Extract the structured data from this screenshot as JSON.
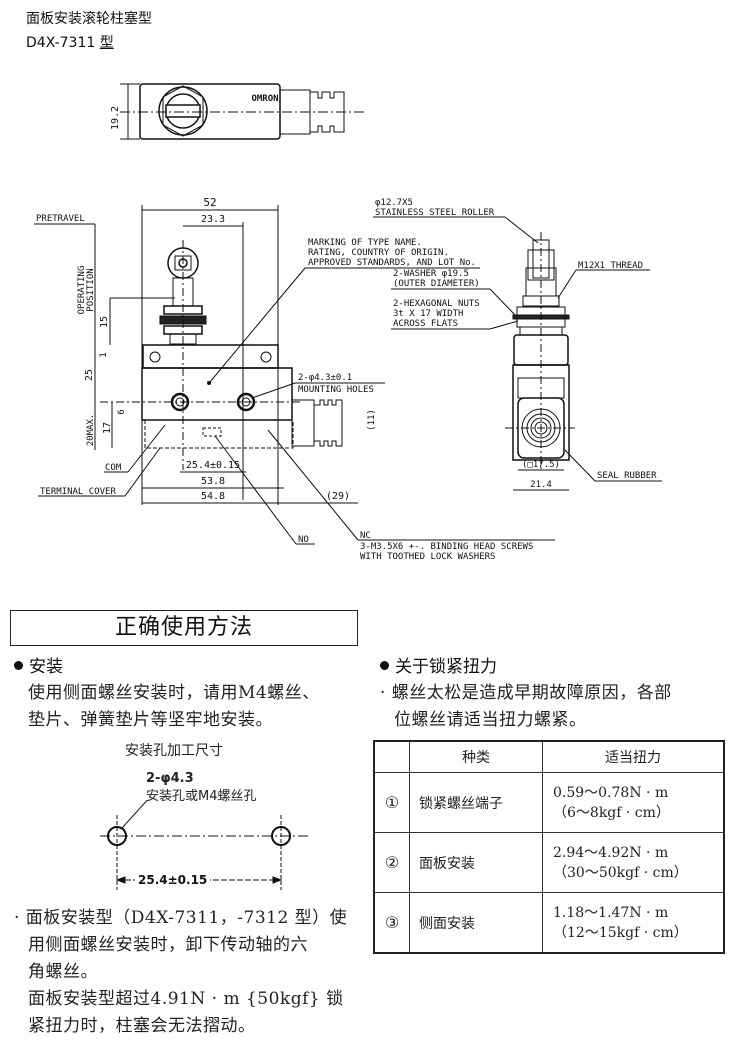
{
  "header": {
    "title": "面板安装滚轮柱塞型",
    "model_prefix": "D4X-7311 ",
    "model_suffix": "型"
  },
  "drawing": {
    "brand": "OMRON",
    "dim_19_2": "19.2",
    "dim_52": "52",
    "dim_23_3": "23.3",
    "pretravel": "PRETRAVEL",
    "operating_position": [
      "OPERATING",
      "POSITION"
    ],
    "dim_15": "15",
    "dim_1": "1",
    "dim_25": "25",
    "dim_20max": "20MAX.",
    "dim_17": "17",
    "dim_6": "6",
    "dim_11": "(11)",
    "com": "COM",
    "terminal_cover": "TERMINAL COVER",
    "dim_25_4": "25.4±0.15",
    "dim_53_8": "53.8",
    "dim_54_8": "54.8",
    "dim_29": "(29)",
    "no": "NO",
    "nc": "NC",
    "screws": [
      "3-M3.5X6 +-. BINDING HEAD SCREWS",
      "WITH TOOTHED LOCK WASHERS"
    ],
    "marking": [
      "MARKING OF TYPE NAME.",
      "RATING, COUNTRY OF ORIGIN.",
      "APPROVED STANDARDS, AND LOT No."
    ],
    "mounting_holes": [
      "2-φ4.3±0.1",
      "MOUNTING HOLES"
    ],
    "roller": [
      "φ12.7X5",
      "STAINLESS STEEL ROLLER"
    ],
    "thread": "M12X1 THREAD",
    "washer": [
      "2-WASHER φ19.5",
      "(OUTER DIAMETER)"
    ],
    "nuts": [
      "2-HEXAGONAL NUTS",
      "3t X 17 WIDTH",
      "ACROSS FLATS"
    ],
    "dim_17_5": "(□17.5)",
    "dim_21_4": "21.4",
    "seal_rubber": "SEAL RUBBER"
  },
  "section": {
    "title": "正确使用方法"
  },
  "install": {
    "heading": "安装",
    "lines": [
      "使用侧面螺丝安装时，请用M4螺丝、",
      "垫片、弹簧垫片等坚牢地安装。"
    ],
    "hole_title": "安装孔加工尺寸",
    "hole_label1": "2-φ4.3",
    "hole_label2": "安装孔或M4螺丝孔",
    "hole_dim": "25.4±0.15",
    "note1": [
      "· 面板安装型（D4X-7311，-7312 型）使",
      "用侧面螺丝安装时，卸下传动轴的六",
      "角螺丝。"
    ],
    "note2": [
      "面板安装型超过4.91N · m {50kgf} 锁",
      "紧扭力时，柱塞会无法摺动。"
    ]
  },
  "torque": {
    "heading": "关于锁紧扭力",
    "lines": [
      "· 螺丝太松是造成早期故障原因，各部",
      "位螺丝请适当扭力螺紧。"
    ],
    "table": {
      "headers": [
        "",
        "种类",
        "适当扭力"
      ],
      "rows": [
        {
          "num": "①",
          "kind": "锁紧螺丝端子",
          "val1": "0.59～0.78N · m",
          "val2": "（6～8kgf · cm）"
        },
        {
          "num": "②",
          "kind": "面板安装",
          "val1": "2.94～4.92N · m",
          "val2": "（30～50kgf · cm）"
        },
        {
          "num": "③",
          "kind": "侧面安装",
          "val1": "1.18～1.47N · m",
          "val2": "（12～15kgf · cm）"
        }
      ]
    }
  }
}
